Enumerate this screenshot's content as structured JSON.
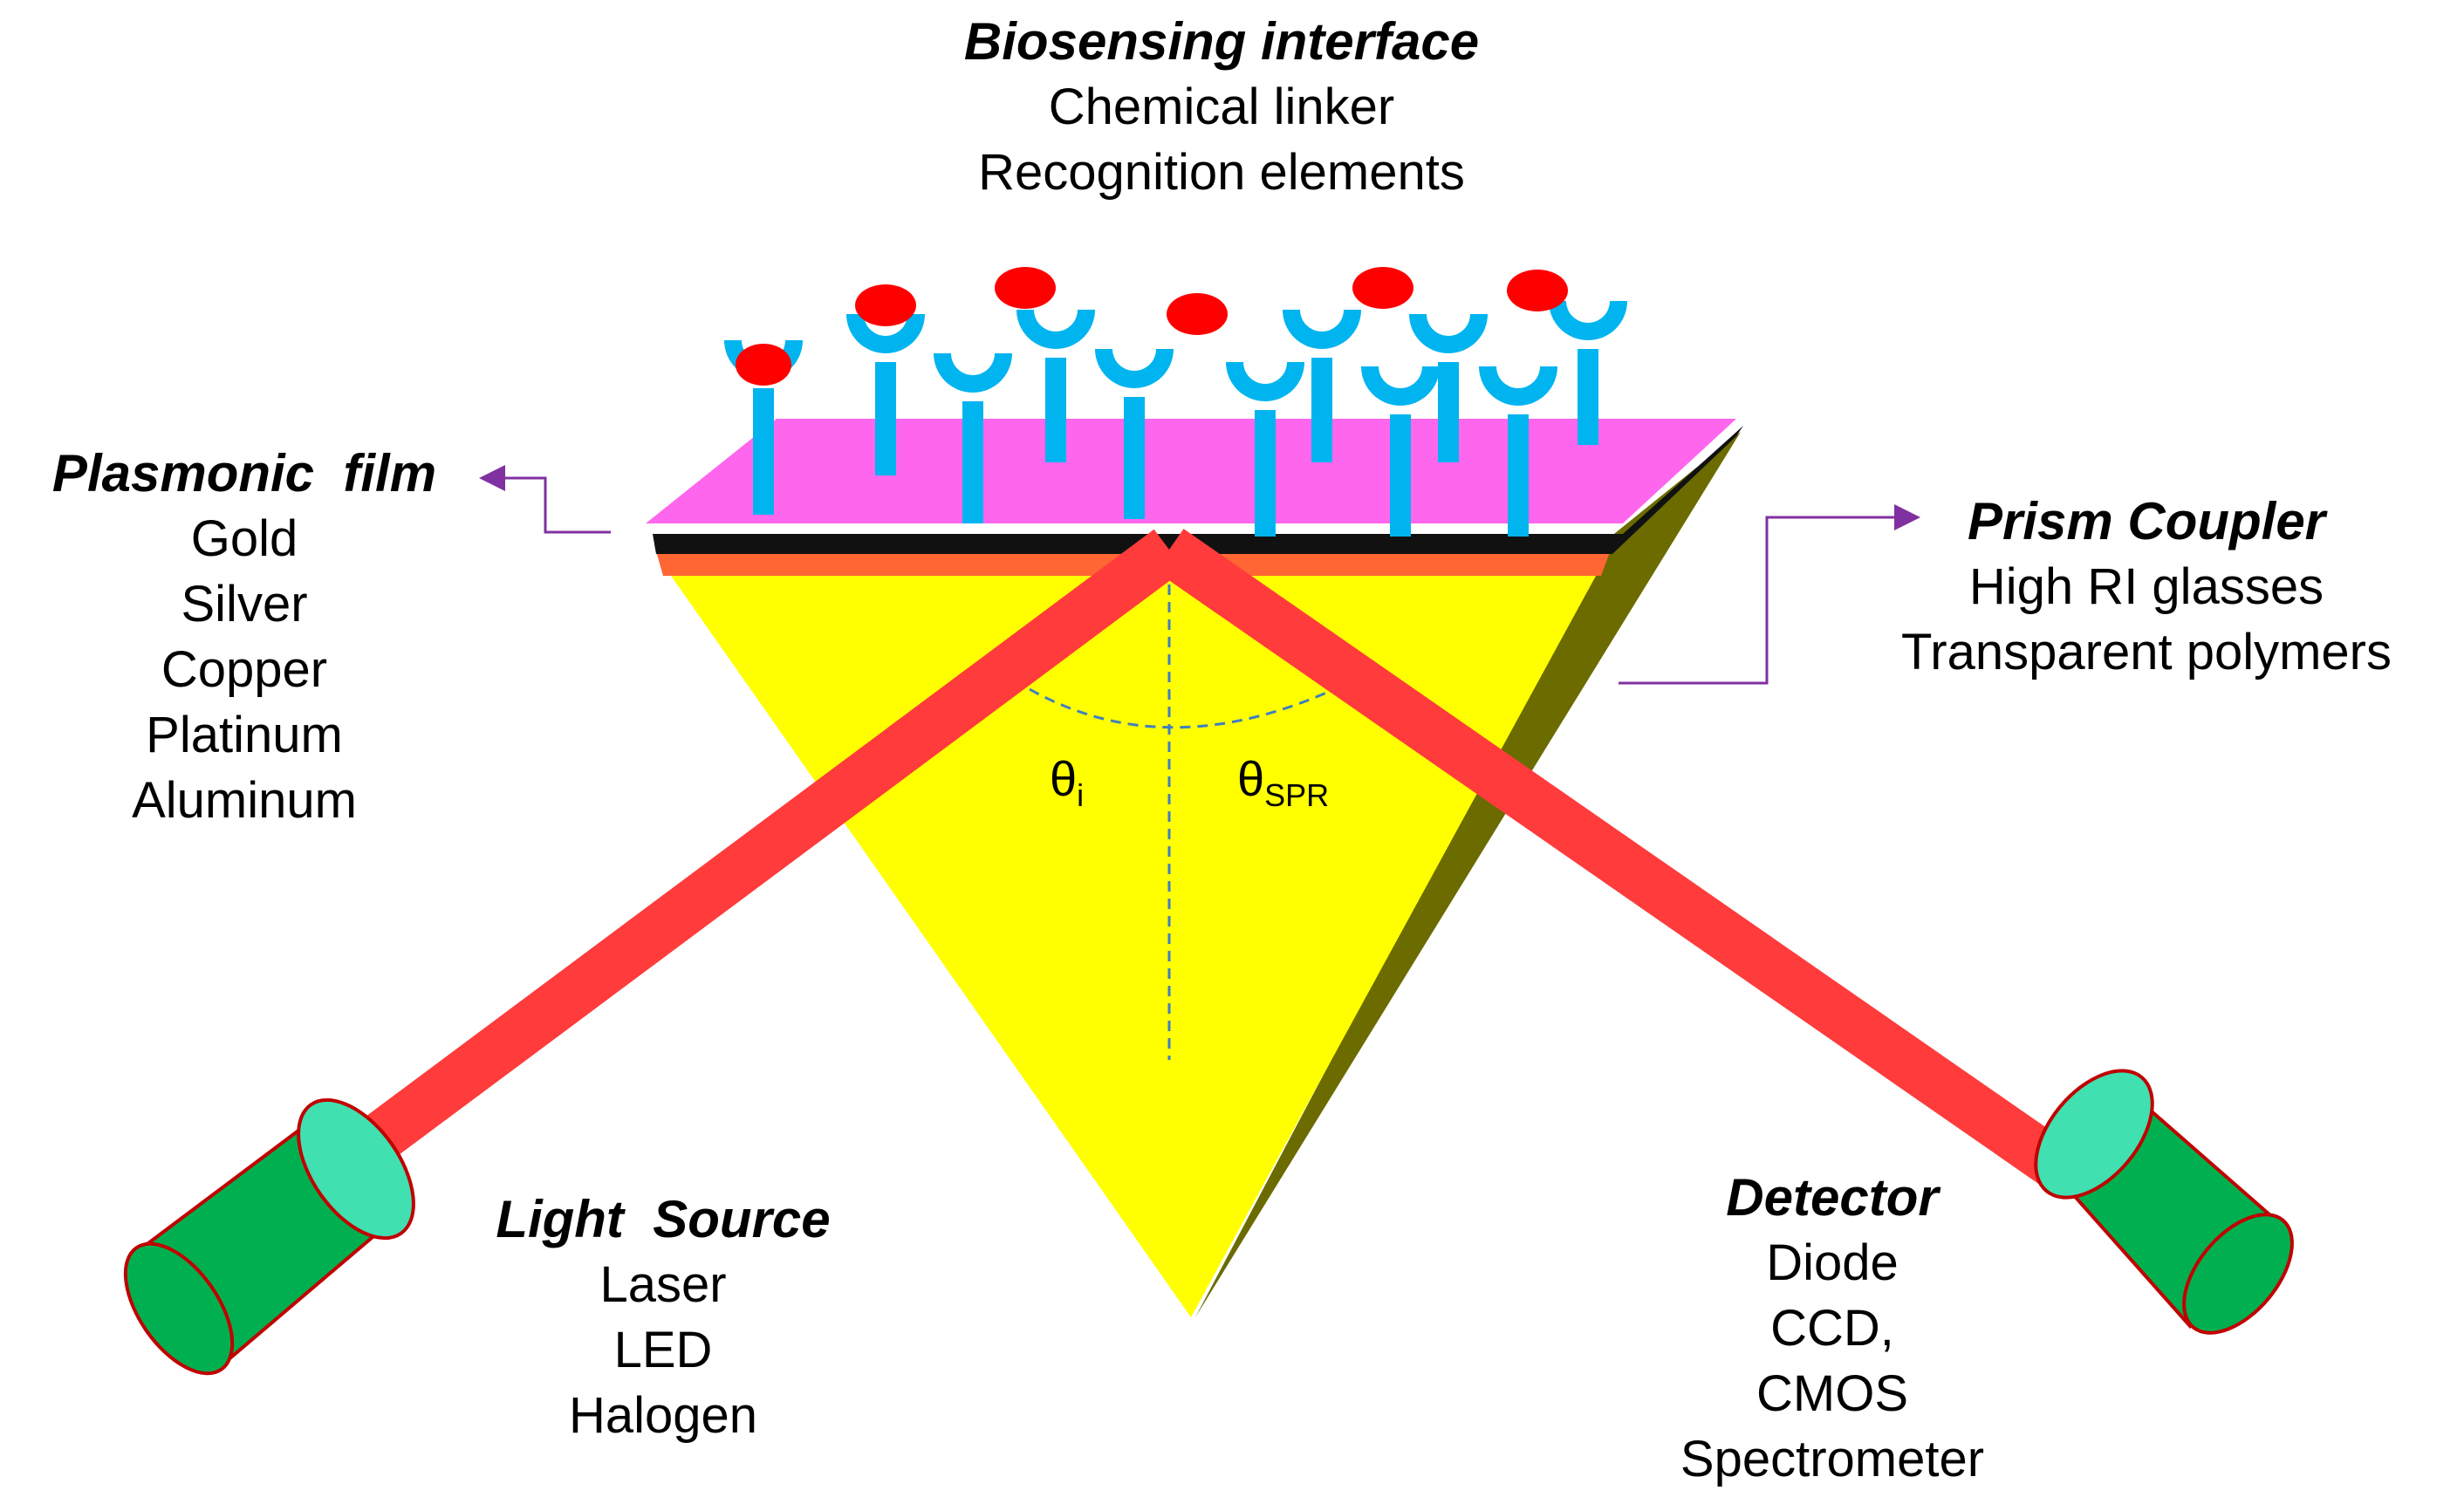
{
  "biosensing": {
    "title": "Biosensing interface",
    "items": [
      "Chemical linker",
      "Recognition elements"
    ]
  },
  "plasmonic": {
    "title": "Plasmonic  film",
    "items": [
      "Gold",
      "Silver",
      "Copper",
      "Platinum",
      "Aluminum"
    ]
  },
  "prism": {
    "title": "Prism Coupler",
    "items": [
      "High RI glasses",
      "Transparent polymers"
    ]
  },
  "source": {
    "title": "Light  Source",
    "items": [
      "Laser",
      "LED",
      "Halogen"
    ]
  },
  "detector": {
    "title": "Detector",
    "items": [
      "Diode",
      "CCD,",
      "CMOS",
      "Spectrometer"
    ]
  },
  "angles": {
    "incident": "θ",
    "incident_sub": "i",
    "spr": "θ",
    "spr_sub": "SPR"
  },
  "colors": {
    "prism_face": "#ffff00",
    "prism_side": "#6b6b00",
    "film": "#ff66ee",
    "film_edge": "#ff6633",
    "beam": "#ff3b3b",
    "antibody": "#00b4f0",
    "analyte": "#ff0000",
    "housing": "#00b050",
    "arrow": "#8030a0"
  }
}
